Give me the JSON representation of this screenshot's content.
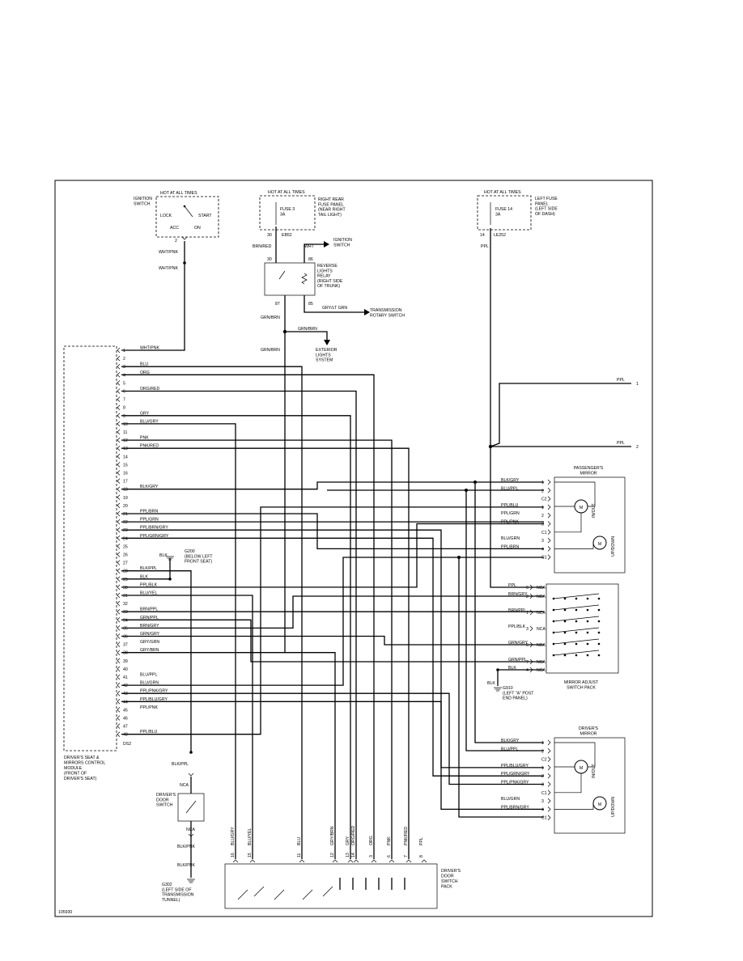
{
  "ignition_switch": {
    "hot_label": "HOT AT ALL TIMES",
    "name": "IGNITION\nSWITCH",
    "positions": [
      "LOCK",
      "START",
      "ACC",
      "ON"
    ],
    "pin": "2",
    "wire": "WHT/PNK"
  },
  "rear_fuse": {
    "hot_label": "HOT AT ALL TIMES",
    "location": "RIGHT REAR\nFUSE PANEL\n(NEAR RIGHT\nTAIL LIGHT)",
    "fuse": "FUSE 3\n3A",
    "connector": "EB52",
    "pin": "30",
    "wire": "BRN/RED"
  },
  "left_fuse": {
    "hot_label": "HOT AT ALL TIMES",
    "location": "LEFT FUSE\nPANEL\n(LEFT SIDE\nOF DASH)",
    "fuse": "FUSE 14\n3A",
    "pin": "14",
    "connector": "LE252",
    "wire": "PPL"
  },
  "relay": {
    "name": "REVERSE\nLIGHTS\nRELAY\n(RIGHT SIDE\nOF TRUNK)",
    "pins": {
      "p30": "30",
      "p86": "86",
      "p87": "87",
      "p85": "85"
    },
    "ignition_wire": "WHT",
    "ignition_label": "IGNITION\nSWITCH",
    "trans_wire": "GRY/LT GRN",
    "trans_label": "TRANSMISSION\nROTARY SWITCH",
    "out_wire": "GRN/BRN",
    "out_wire2": "GRN/BRN",
    "ext_label": "EXTERIOR\nLIGHTS\nSYSTEM",
    "out_wire3": "GRN/BRN"
  },
  "module": {
    "name": "DRIVER'S SEAT &\nMIRRORS CONTROL\nMODULE\n(FRONT OF\nDRIVER'S SEAT)",
    "connector": "DS2",
    "pins": [
      {
        "n": "1",
        "w": "WHT/PNK"
      },
      {
        "n": "2",
        "w": ""
      },
      {
        "n": "3",
        "w": "BLU"
      },
      {
        "n": "4",
        "w": "ORG"
      },
      {
        "n": "5",
        "w": ""
      },
      {
        "n": "6",
        "w": "ORG/RED"
      },
      {
        "n": "7",
        "w": ""
      },
      {
        "n": "8",
        "w": ""
      },
      {
        "n": "9",
        "w": "GRY"
      },
      {
        "n": "10",
        "w": "BLU/GRY"
      },
      {
        "n": "11",
        "w": ""
      },
      {
        "n": "12",
        "w": "PNK"
      },
      {
        "n": "13",
        "w": "PNK/RED"
      },
      {
        "n": "14",
        "w": ""
      },
      {
        "n": "15",
        "w": ""
      },
      {
        "n": "16",
        "w": ""
      },
      {
        "n": "17",
        "w": ""
      },
      {
        "n": "18",
        "w": "BLK/GRY"
      },
      {
        "n": "19",
        "w": ""
      },
      {
        "n": "20",
        "w": ""
      },
      {
        "n": "21",
        "w": "PPL/BRN"
      },
      {
        "n": "22",
        "w": "PPL/GRN"
      },
      {
        "n": "23",
        "w": "PPL/BRN/GRY"
      },
      {
        "n": "24",
        "w": "PPL/GRN/GRY"
      },
      {
        "n": "25",
        "w": ""
      },
      {
        "n": "26",
        "w": ""
      },
      {
        "n": "27",
        "w": ""
      },
      {
        "n": "28",
        "w": "BLK/PPL"
      },
      {
        "n": "29",
        "w": "BLK"
      },
      {
        "n": "30",
        "w": "PPL/BLK"
      },
      {
        "n": "31",
        "w": "BLU/YEL"
      },
      {
        "n": "32",
        "w": ""
      },
      {
        "n": "33",
        "w": "BRN/PPL"
      },
      {
        "n": "34",
        "w": "GRN/PPL"
      },
      {
        "n": "35",
        "w": "BRN/GRY"
      },
      {
        "n": "36",
        "w": "GRN/GRY"
      },
      {
        "n": "37",
        "w": "GRY/GRN"
      },
      {
        "n": "38",
        "w": "GRY/BRN"
      },
      {
        "n": "39",
        "w": ""
      },
      {
        "n": "40",
        "w": ""
      },
      {
        "n": "41",
        "w": "BLU/PPL"
      },
      {
        "n": "42",
        "w": "BLU/GRN"
      },
      {
        "n": "43",
        "w": "PPL/PNK/GRY"
      },
      {
        "n": "44",
        "w": "PPL/BLU/GRY"
      },
      {
        "n": "45",
        "w": "PPL/PNK"
      },
      {
        "n": "46",
        "w": ""
      },
      {
        "n": "47",
        "w": ""
      },
      {
        "n": "48",
        "w": "PPL/BLU"
      }
    ]
  },
  "ground_g200": {
    "wire": "BLK",
    "name": "G200\n(BELOW LEFT\nFRONT SEAT)"
  },
  "ground_g910": {
    "wire": "BLK",
    "name": "G910\n(LEFT \"A\" POST\nEND PANEL)"
  },
  "ground_g302": {
    "name": "G302\n(LEFT SIDE OF\nTRANSMISSION\nTUNNEL)"
  },
  "door_switch": {
    "name": "DRIVER'S\nDOOR\nSWITCH",
    "wire_in": "BLK/PPL",
    "nca_top": "NCA",
    "nca_bottom": "NCA",
    "wire_out": "BLK/PNK",
    "wire_out2": "BLK/PNK"
  },
  "switch_pack": {
    "name": "DRIVER'S\nDOOR\nSWITCH\nPACK",
    "pins": [
      {
        "n": "16",
        "w": "BLU/GRY"
      },
      {
        "n": "15",
        "w": "BLU/YEL"
      },
      {
        "n": "11",
        "w": "BLU"
      },
      {
        "n": "12",
        "w": "GRY/BRN"
      },
      {
        "n": "13",
        "w": "GRY"
      },
      {
        "n": "14",
        "w": "ORG/RED"
      },
      {
        "n": "3",
        "w": "ORG"
      },
      {
        "n": "6",
        "w": "PNK"
      },
      {
        "n": "7",
        "w": "PNK/RED"
      },
      {
        "n": "8",
        "w": "PPL"
      }
    ]
  },
  "ppl_out": {
    "w1": "PPL",
    "n1": "1",
    "w2": "PPL",
    "n2": "2"
  },
  "passenger_mirror": {
    "name": "PASSENGER'S\nMIRROR",
    "pins": [
      {
        "w": "BLK/GRY",
        "n": "1"
      },
      {
        "w": "BLU/PPL",
        "n": "2"
      },
      {
        "w": "",
        "n": "C2"
      },
      {
        "w": "PPL/BLU",
        "n": "1"
      },
      {
        "w": "PPL/GRN",
        "n": "2"
      },
      {
        "w": "PPL/PNK",
        "n": "3"
      },
      {
        "w": "",
        "n": "C1"
      },
      {
        "w": "BLU/GRN",
        "n": "3"
      },
      {
        "w": "PPL/BRN",
        "n": "4"
      },
      {
        "w": "",
        "n": "C1"
      }
    ],
    "in_out": "IN/OUT",
    "up_down": "UP/DOWN"
  },
  "driver_mirror": {
    "name": "DRIVER'S\nMIRROR",
    "pins": [
      {
        "w": "BLK/GRY",
        "n": "1"
      },
      {
        "w": "BLU/PPL",
        "n": "2"
      },
      {
        "w": "",
        "n": "C2"
      },
      {
        "w": "PPL/BLU/GRY",
        "n": "1"
      },
      {
        "w": "PPL/GRN/GRY",
        "n": "2"
      },
      {
        "w": "PPL/PNK/GRY",
        "n": "3"
      },
      {
        "w": "",
        "n": "C1"
      },
      {
        "w": "BLU/GRN",
        "n": "3"
      },
      {
        "w": "PPL/BRN/GRY",
        "n": "4"
      },
      {
        "w": "",
        "n": "C1"
      }
    ],
    "in_out": "IN/OUT",
    "up_down": "UP/DOWN"
  },
  "mirror_switch": {
    "name": "MIRROR ADJUST\nSWITCH PACK",
    "pins": [
      {
        "w": "PPL",
        "n": "6",
        "c": "NCA"
      },
      {
        "w": "BRN/GRY",
        "n": "2",
        "c": "NCA"
      },
      {
        "w": "BRN/PPL",
        "n": "1",
        "c": "NCA"
      },
      {
        "w": "PPL/BLK",
        "n": "3",
        "c": "NCA"
      },
      {
        "w": "GRN/GRY",
        "n": "5",
        "c": "NCA"
      },
      {
        "w": "GRN/PPL",
        "n": "7",
        "c": "NCA"
      },
      {
        "w": "BLK",
        "n": "4",
        "c": "NCA"
      }
    ]
  },
  "figure_id": "105930"
}
